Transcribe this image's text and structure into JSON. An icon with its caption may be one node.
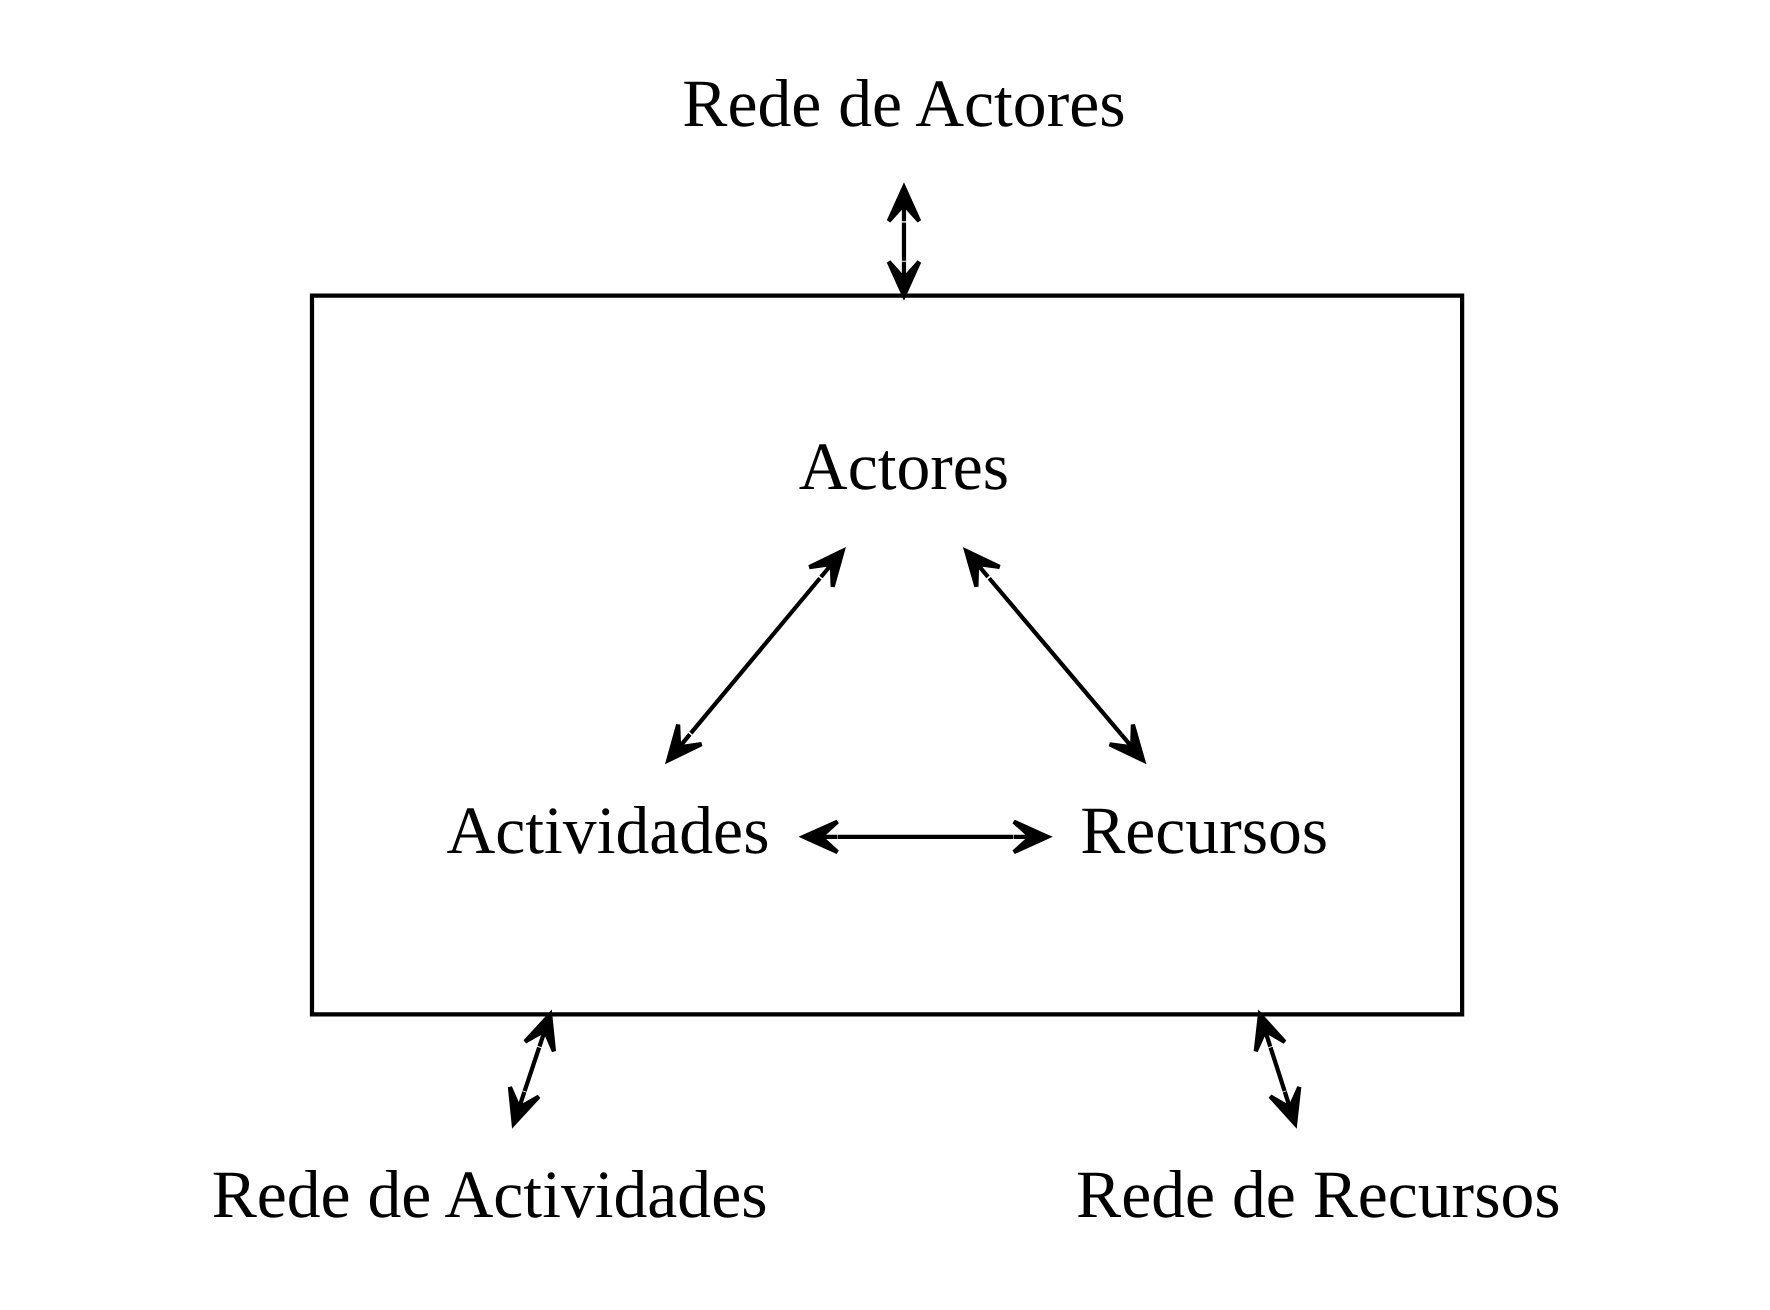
{
  "diagram": {
    "nodes": [
      {
        "text": [],
        "shape": "triangle"
      },
      {
        "text": [
          "Actores"
        ],
        "in": 0
      },
      {
        "text": [
          "Actividades"
        ],
        "in": 0
      },
      {
        "text": [
          "Recursos"
        ],
        "in": 0
      },
      {
        "text": [
          "Rede de Actores"
        ]
      },
      {
        "text": [
          "Rede de Actividades"
        ]
      },
      {
        "text": [
          "Rede de Recursos"
        ]
      }
    ],
    "edges": [
      {
        "from": 1,
        "to": 2,
        "arrow": "both"
      },
      {
        "from": 1,
        "to": 3,
        "arrow": "both"
      },
      {
        "from": 2,
        "to": 3,
        "arrow": "both"
      },
      {
        "from": 4,
        "to": 0,
        "arrow": "both"
      },
      {
        "from": 0,
        "to": 5,
        "arrow": "both"
      },
      {
        "from": 0,
        "to": 6,
        "arrow": "both"
      }
    ]
  }
}
